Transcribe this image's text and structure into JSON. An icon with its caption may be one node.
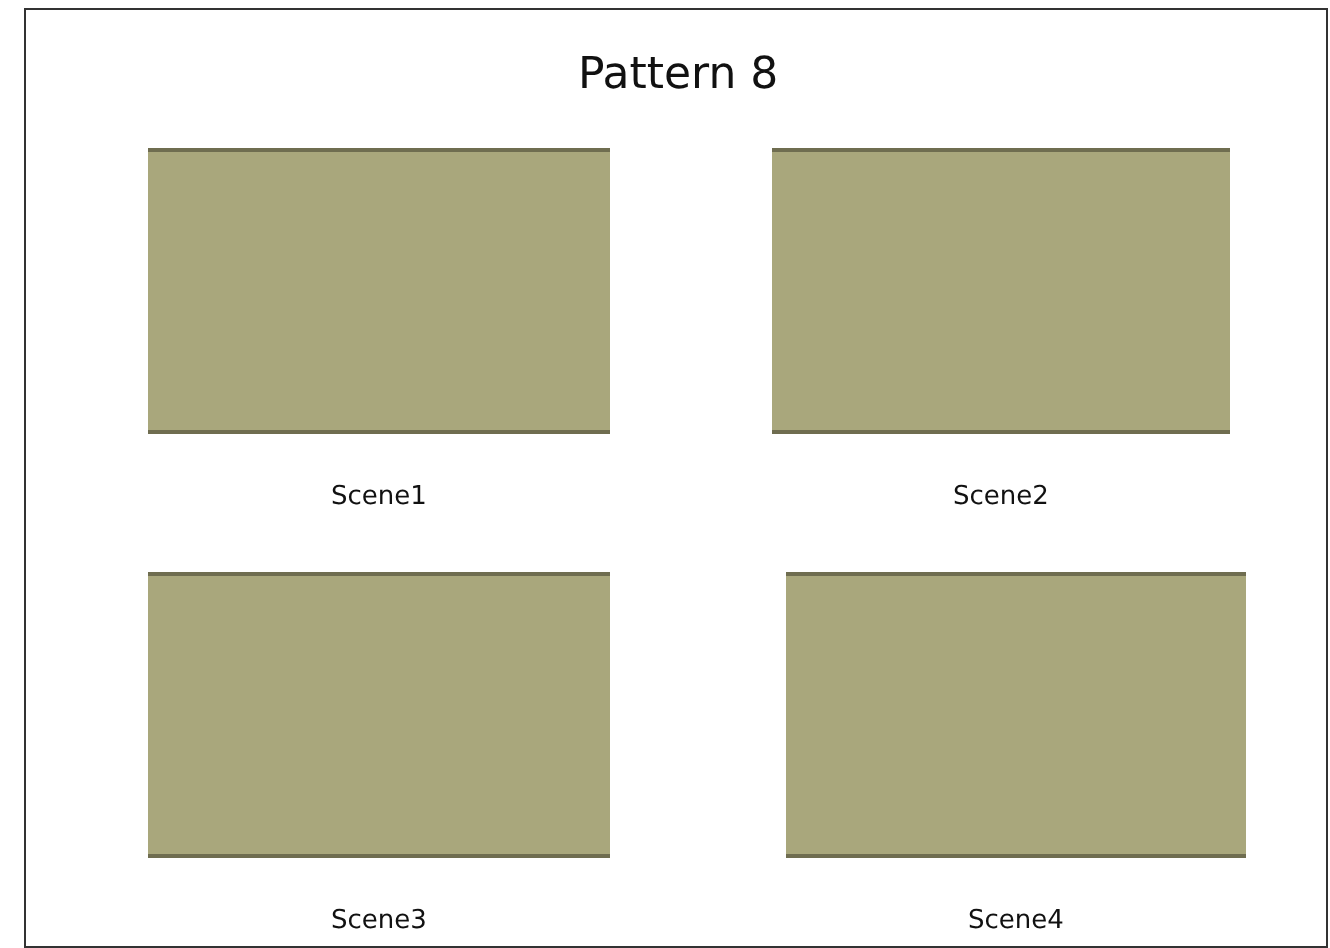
{
  "diagram": {
    "nodes": [
      {
        "text": [
          "Pattern 8"
        ]
      },
      {
        "text": [],
        "shape": "box",
        "in": 0,
        "beside": [
          "Scene1"
        ]
      },
      {
        "text": [],
        "shape": "box",
        "in": 0,
        "beside": [
          "Scene2"
        ]
      },
      {
        "text": [],
        "shape": "box",
        "in": 0,
        "beside": [
          "Scene3"
        ]
      },
      {
        "text": [],
        "shape": "box",
        "in": 0,
        "beside": [
          "Scene4"
        ]
      }
    ],
    "edges": []
  }
}
